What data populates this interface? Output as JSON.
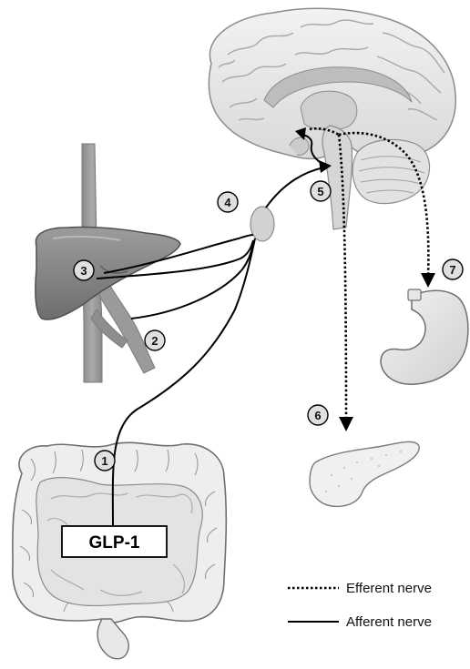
{
  "diagram": {
    "hormone_label": "GLP-1",
    "markers": [
      {
        "id": "1",
        "text": "1"
      },
      {
        "id": "2",
        "text": "2"
      },
      {
        "id": "3",
        "text": "3"
      },
      {
        "id": "4",
        "text": "4"
      },
      {
        "id": "5",
        "text": "5"
      },
      {
        "id": "6",
        "text": "6"
      },
      {
        "id": "7",
        "text": "7"
      }
    ],
    "legend": {
      "efferent": "Efferent nerve",
      "afferent": "Afferent nerve"
    }
  }
}
